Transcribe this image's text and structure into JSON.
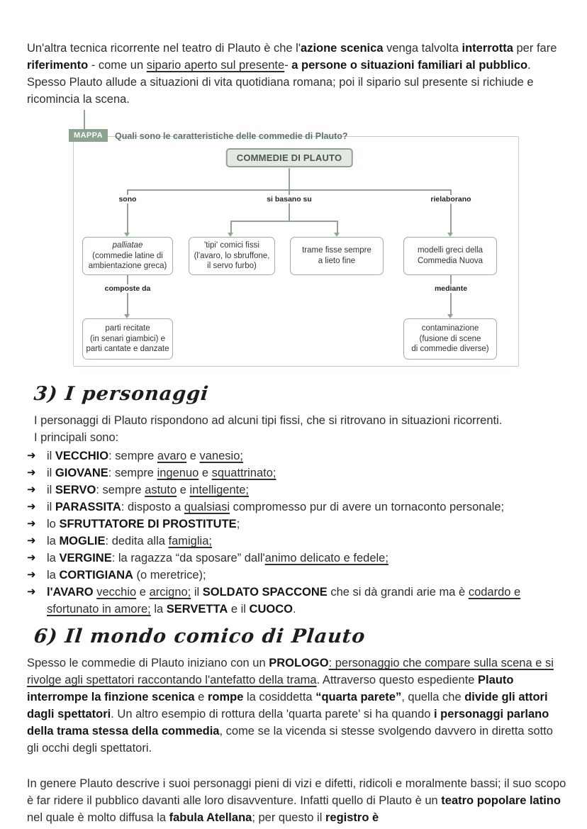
{
  "colors": {
    "accent_green": "#8ba390",
    "question_green": "#5d7464",
    "map_line_green": "#93a295",
    "root_box_fill": "#e3e8e3",
    "text_dark": "#151515"
  },
  "page": {
    "intro_paragraph": [
      {
        "t": "Un'altra tecnica ricorrente nel teatro di Plauto è che l'"
      },
      {
        "t": "azione scenica",
        "b": true
      },
      {
        "t": " venga talvolta "
      },
      {
        "t": "interrotta",
        "b": true
      },
      {
        "t": " per fare "
      },
      {
        "t": "riferimento",
        "b": true
      },
      {
        "t": " - come un "
      },
      {
        "t": "sipario aperto sul presente",
        "u": true
      },
      {
        "t": "- "
      },
      {
        "t": "a persone o situazioni familiari al pubblico",
        "b": true
      },
      {
        "t": ". Spesso Plauto allude a situazioni di vita quotidiana romana; poi il sipario sul presente si richiude e ricomincia la scena."
      }
    ],
    "map": {
      "badge": "MAPPA",
      "question": "Quali sono le caratteristiche delle commedie di Plauto?",
      "root": "COMMEDIE DI PLAUTO",
      "edges": {
        "sono": "sono",
        "basano": "si basano su",
        "rielaborano": "rielaborano",
        "composte": "composte da",
        "mediante": "mediante"
      },
      "nodes": {
        "palliatae": {
          "em": "palliatae",
          "lines": [
            "(commedie latine di",
            "ambientazione greca)"
          ]
        },
        "tipi": {
          "lines": [
            "'tipi' comici fissi",
            "(l'avaro, lo sbruffone,",
            "il servo furbo)"
          ]
        },
        "trame": {
          "lines": [
            "trame fisse sempre",
            "a lieto fine"
          ]
        },
        "modelli": {
          "lines": [
            "modelli greci della",
            "Commedia Nuova"
          ]
        },
        "parti": {
          "lines": [
            "parti recitate",
            "(in senari giambici) e",
            "parti cantate e danzate"
          ]
        },
        "contaminazione": {
          "lines": [
            "contaminazione",
            "(fusione di scene",
            "di commedie diverse)"
          ]
        }
      }
    },
    "section3": {
      "heading": "3) I personaggi",
      "intro": [
        "I personaggi di Plauto rispondono ad alcuni tipi fissi, che si ritrovano in situazioni ricorrenti.",
        "I principali sono:"
      ],
      "bullet": "➜",
      "items": [
        [
          {
            "t": "il "
          },
          {
            "t": "VECCHIO",
            "b": true
          },
          {
            "t": ": sempre "
          },
          {
            "t": "avaro",
            "u": true
          },
          {
            "t": " e "
          },
          {
            "t": "vanesio;",
            "u": true
          }
        ],
        [
          {
            "t": "il "
          },
          {
            "t": "GIOVANE",
            "b": true
          },
          {
            "t": ": sempre "
          },
          {
            "t": "ingenuo",
            "u": true
          },
          {
            "t": " e "
          },
          {
            "t": "squattrinato;",
            "u": true
          }
        ],
        [
          {
            "t": "il "
          },
          {
            "t": "SERVO",
            "b": true
          },
          {
            "t": ": sempre "
          },
          {
            "t": "astuto",
            "u": true
          },
          {
            "t": " e "
          },
          {
            "t": "intelligente;",
            "u": true
          }
        ],
        [
          {
            "t": "il "
          },
          {
            "t": "PARASSITA",
            "b": true
          },
          {
            "t": ": disposto a "
          },
          {
            "t": "qualsiasi",
            "u": true
          },
          {
            "t": " compromesso pur di avere un tornaconto personale;"
          }
        ],
        [
          {
            "t": "lo "
          },
          {
            "t": "SFRUTTATORE DI PROSTITUTE",
            "b": true
          },
          {
            "t": ";"
          }
        ],
        [
          {
            "t": "la "
          },
          {
            "t": "MOGLIE",
            "b": true
          },
          {
            "t": ": dedita alla "
          },
          {
            "t": "famiglia;",
            "u": true
          }
        ],
        [
          {
            "t": "la "
          },
          {
            "t": "VERGINE",
            "b": true
          },
          {
            "t": ": la ragazza “da sposare” dall'"
          },
          {
            "t": "animo delicato e fedele;",
            "u": true
          }
        ],
        [
          {
            "t": "la "
          },
          {
            "t": "CORTIGIANA",
            "b": true
          },
          {
            "t": " (o meretrice);"
          }
        ],
        [
          {
            "t": "l'AVARO",
            "b": true
          },
          {
            "t": " "
          },
          {
            "t": "vecchio",
            "u": true
          },
          {
            "t": " e "
          },
          {
            "t": "arcigno;",
            "u": true
          },
          {
            "t": " il "
          },
          {
            "t": "SOLDATO SPACCONE",
            "b": true
          },
          {
            "t": " che si dà grandi arie ma è "
          },
          {
            "t": "codardo e sfortunato in amore;",
            "u": true
          },
          {
            "t": " la "
          },
          {
            "t": "SERVETTA",
            "b": true
          },
          {
            "t": " e il "
          },
          {
            "t": "CUOCO",
            "b": true
          },
          {
            "t": "."
          }
        ]
      ]
    },
    "section6": {
      "heading": "6) Il mondo comico di Plauto",
      "p1": [
        {
          "t": "Spesso le commedie di Plauto iniziano con un "
        },
        {
          "t": "PROLOGO",
          "b": true
        },
        {
          "t": ": personaggio che compare sulla scena e si rivolge agli spettatori raccontando l'antefatto della trama",
          "u": true
        },
        {
          "t": ". Attraverso questo espediente "
        },
        {
          "t": "Plauto interrompe la finzione scenica",
          "b": true
        },
        {
          "t": " e "
        },
        {
          "t": "rompe",
          "b": true
        },
        {
          "t": " la cosiddetta "
        },
        {
          "t": "“quarta parete”",
          "b": true
        },
        {
          "t": ", quella che "
        },
        {
          "t": "divide gli attori dagli spettatori",
          "b": true
        },
        {
          "t": ". Un altro esempio di rottura della 'quarta parete' si ha quando "
        },
        {
          "t": "i personaggi parlano della trama stessa della commedia",
          "b": true
        },
        {
          "t": ", come se la vicenda si stesse svolgendo davvero in diretta sotto gli occhi degli spettatori."
        }
      ],
      "p2": [
        {
          "t": "In genere Plauto descrive i suoi personaggi pieni di vizi e difetti, ridicoli e moralmente bassi; il suo scopo è far ridere il pubblico davanti alle loro disavventure. Infatti quello di Plauto è un "
        },
        {
          "t": "teatro popolare latino",
          "b": true
        },
        {
          "t": " nel quale è molto diffusa la "
        },
        {
          "t": "fabula Atellana",
          "b": true
        },
        {
          "t": "; per questo il "
        },
        {
          "t": "registro è",
          "b": true
        }
      ]
    }
  }
}
